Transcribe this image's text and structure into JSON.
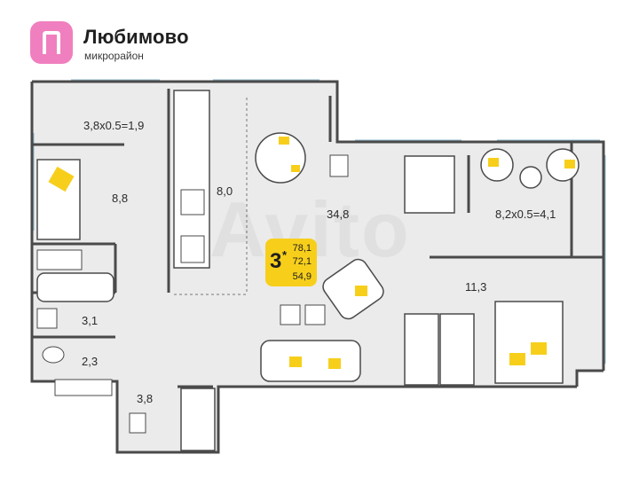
{
  "brand": {
    "name": "Любимово",
    "subtitle": "микрорайон"
  },
  "badge": {
    "rooms": "3",
    "star": "*",
    "total_area": "78,1",
    "net_area": "72,1",
    "living_area": "54,9"
  },
  "rooms": {
    "balcony_left": "3,8x0.5=1,9",
    "bedroom_small": "8,8",
    "kitchen": "8,0",
    "living_room": "34,8",
    "balcony_right": "8,2x0.5=4,1",
    "bedroom_master": "11,3",
    "bathroom": "3,1",
    "toilet": "2,3",
    "hallway": "3,8"
  },
  "watermark": "Avito",
  "colors": {
    "floor": "#ebebeb",
    "wall": "#4a4a4a",
    "accent": "#f7cf1b",
    "logo": "#f07fbf"
  }
}
